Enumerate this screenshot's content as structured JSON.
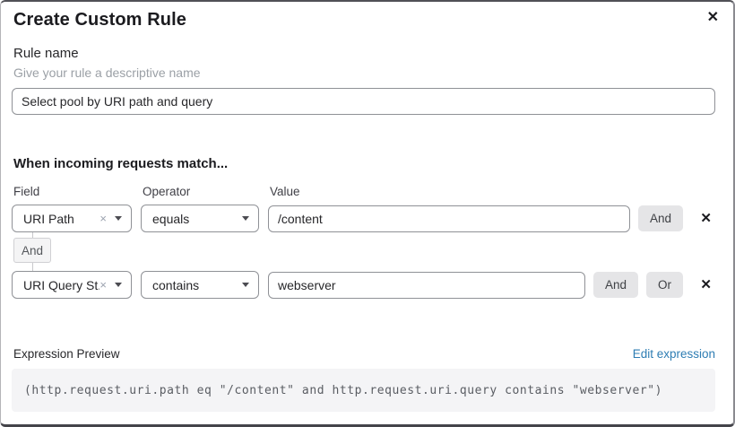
{
  "dialog": {
    "title": "Create Custom Rule"
  },
  "icons": {
    "close": "✕",
    "clear": "×",
    "remove": "✕"
  },
  "rule_name": {
    "label": "Rule name",
    "helper": "Give your rule a descriptive name",
    "value": "Select pool by URI path and query"
  },
  "matcher": {
    "heading": "When incoming requests match...",
    "columns": {
      "field": "Field",
      "operator": "Operator",
      "value": "Value"
    },
    "connector": "And",
    "rows": [
      {
        "field": "URI Path",
        "operator": "equals",
        "value": "/content",
        "and_label": "And"
      },
      {
        "field": "URI Query St...",
        "operator": "contains",
        "value": "webserver",
        "and_label": "And",
        "or_label": "Or"
      }
    ]
  },
  "expression": {
    "label": "Expression Preview",
    "edit_link": "Edit expression",
    "code": "(http.request.uri.path eq \"/content\" and http.request.uri.query contains \"webserver\")"
  },
  "colors": {
    "link": "#2e7db3",
    "chip_button_bg": "#e5e5e7",
    "badge_bg": "#f4f4f5",
    "code_bg": "#f4f4f6",
    "input_border": "#8f9196"
  }
}
